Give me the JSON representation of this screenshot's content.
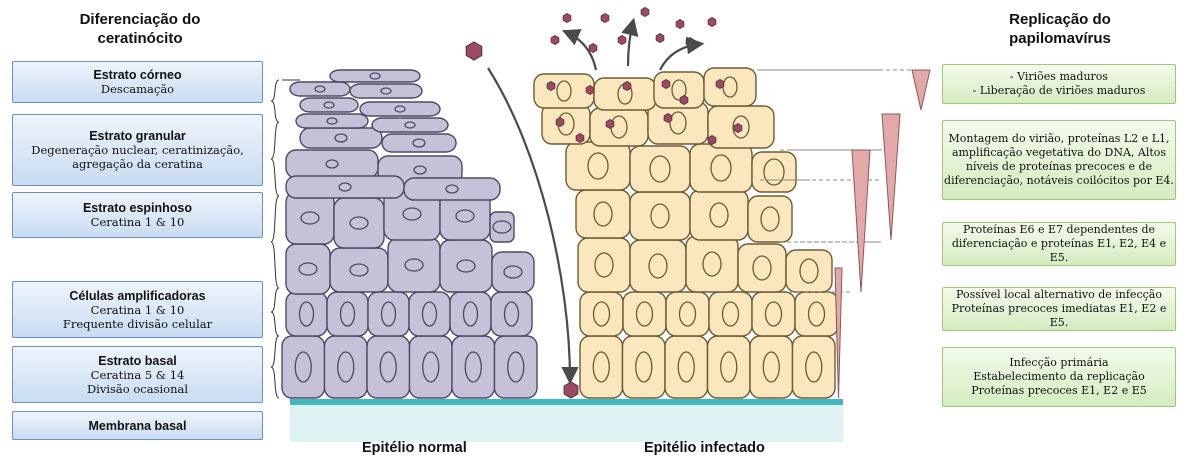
{
  "left_heading": [
    "Diferenciação do",
    "ceratinócito"
  ],
  "right_heading": [
    "Replicação do",
    "papilomavírus"
  ],
  "layers": [
    {
      "title": "Estrato córneo",
      "lines": [
        "Descamação"
      ]
    },
    {
      "title": "Estrato granular",
      "lines": [
        "Degeneração nuclear, ceratinização,",
        "agregação da ceratina"
      ]
    },
    {
      "title": "Estrato espinhoso",
      "lines": [
        "Ceratina 1 & 10"
      ]
    },
    {
      "title": "Células amplificadoras",
      "lines": [
        "Ceratina 1 & 10",
        "Frequente divisão celular"
      ]
    },
    {
      "title": "Estrato basal",
      "lines": [
        "Ceratina 5 & 14",
        "Divisão ocasional"
      ]
    },
    {
      "title": "Membrana basal",
      "lines": []
    }
  ],
  "replication_stages": [
    [
      "- Viriões maduros",
      "- Liberação de viriões maduros"
    ],
    [
      "Montagem do virião, proteínas L2 e L1,",
      "amplificação vegetativa do DNA, Altos",
      "níveis de proteínas precoces e de",
      "diferenciação, notáveis coilócitos por E4."
    ],
    [
      "Proteínas E6 e E7 dependentes de",
      "diferenciação e proteínas E1, E2, E4 e E5."
    ],
    [
      "Possível local alternativo de infecção",
      "Proteínas precoces imediatas E1, E2 e E5."
    ],
    [
      "Infecção primária",
      "Estabelecimento da replicação",
      "Proteínas precoces E1, E2 e E5"
    ]
  ],
  "captions": {
    "normal": "Epitélio normal",
    "infected": "Epitélio infectado"
  },
  "colors": {
    "normal_cell": "#c7c0d9",
    "normal_outline": "#4e4866",
    "infected_cell": "#fbe7bd",
    "infected_outline": "#6e5a34",
    "virion": "#9b4a63",
    "membrane": "#3fb8bf",
    "left_box_fill": "#d4e3f5",
    "right_box_fill": "#e2f2d4"
  },
  "icons": [
    "virion-hexagon-icon",
    "arrow-icon"
  ]
}
